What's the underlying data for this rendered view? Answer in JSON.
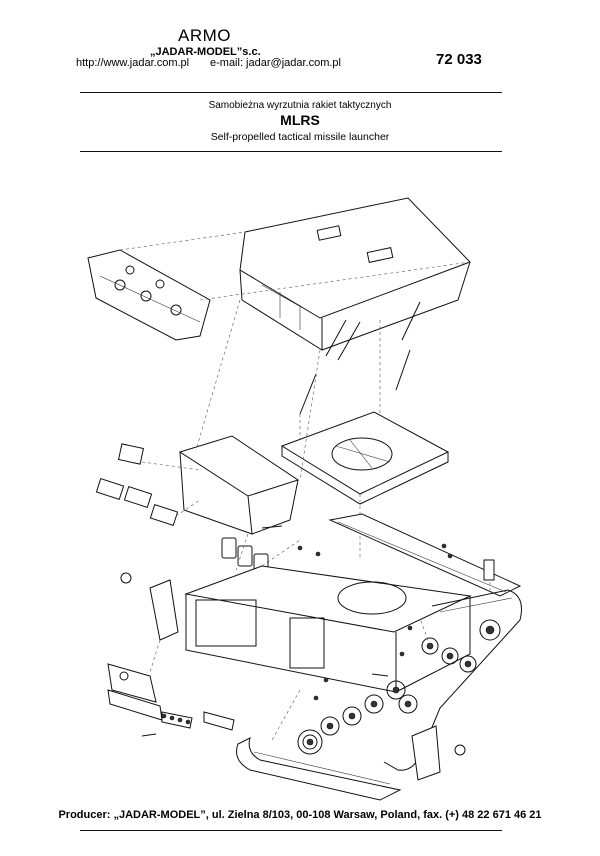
{
  "header": {
    "brand": "ARMO",
    "company": "„JADAR-MODEL”s.c.",
    "website": "http://www.jadar.com.pl",
    "email": "e-mail: jadar@jadar.com.pl",
    "product_code": "72 033"
  },
  "title_block": {
    "subtitle_pl": "Samobieżna wyrzutnia rakiet taktycznych",
    "title": "MLRS",
    "subtitle_en": "Self-propelled tactical missile launcher"
  },
  "footer": {
    "producer": "Producer: „JADAR-MODEL”, ul. Zielna 8/103, 00-108 Warsaw, Poland, fax. (+) 48 22 671 46 21"
  }
}
